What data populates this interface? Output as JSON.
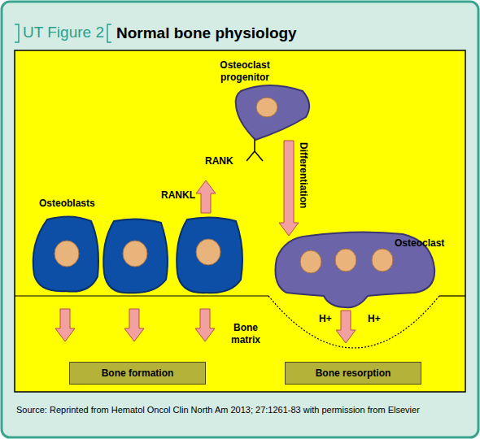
{
  "diagram": {
    "title": "Normal bone physiology",
    "caption": "Source: Reprinted from Hematol Oncol Clin North Am 2013; 27:1261-83 with permission from Elsevier",
    "nodes": [
      {
        "text": [
          "Osteoclast progenitor"
        ]
      },
      {
        "text": [
          "Osteoblasts"
        ]
      },
      {
        "text": [
          "Osteoclast"
        ]
      },
      {
        "text": [
          "Bone formation"
        ]
      },
      {
        "text": [
          "Bone resorption"
        ]
      }
    ],
    "edges": [
      {
        "from": 0,
        "to": 2,
        "arrow": "to",
        "label": "Differentiation"
      }
    ],
    "labels": [
      "UT Figure 2",
      "RANK",
      "RANKL",
      "Bone matrix",
      "H+",
      "H+"
    ]
  }
}
